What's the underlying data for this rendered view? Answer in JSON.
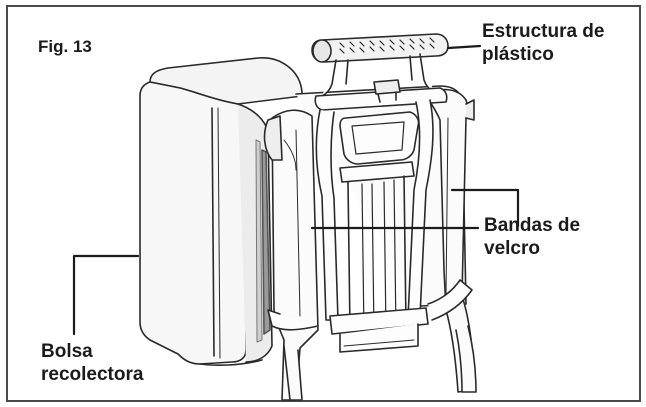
{
  "figure": {
    "number": "Fig. 13",
    "labels": {
      "plastic_frame": [
        "Estructura de",
        "plástico"
      ],
      "velcro_straps": [
        "Bandas de",
        "velcro"
      ],
      "collection_bag": [
        "Bolsa",
        "recolectora"
      ]
    }
  },
  "colors": {
    "outline": "#2a2a2a",
    "bag_fill": "#f7f7f7",
    "bag_shade": "#cfcfcf",
    "strap_fill": "#fbfbfb",
    "border": "#4a4a4a"
  }
}
